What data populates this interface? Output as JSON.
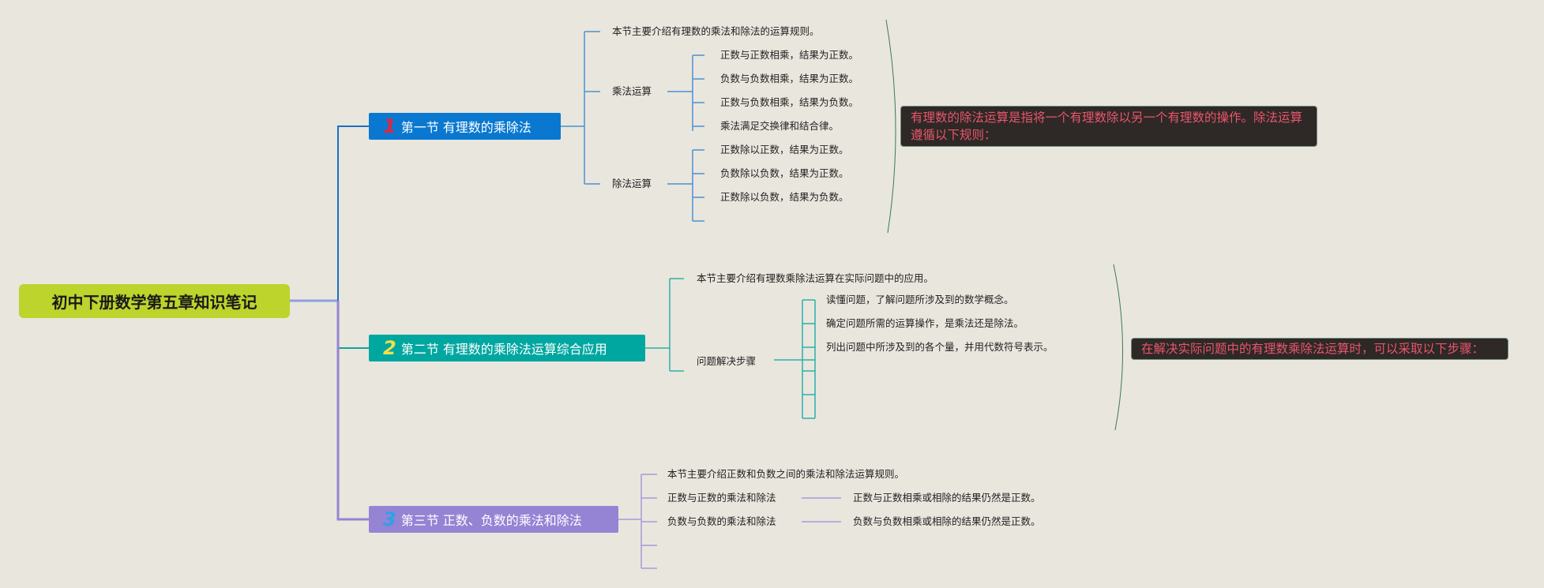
{
  "root": {
    "title": "初中下册数学第五章知识笔记"
  },
  "sections": [
    {
      "number": "1",
      "title": "第一节 有理数的乘除法",
      "intro": "本节主要介绍有理数的乘法和除法的运算规则。",
      "groups": [
        {
          "label": "乘法运算",
          "items": [
            "正数与正数相乘，结果为正数。",
            "负数与负数相乘，结果为正数。",
            "正数与负数相乘，结果为负数。",
            "乘法满足交换律和结合律。"
          ]
        },
        {
          "label": "除法运算",
          "items": [
            "正数除以正数，结果为正数。",
            "负数除以负数，结果为正数。",
            "正数除以负数，结果为负数。",
            ""
          ]
        }
      ],
      "callout": "有理数的除法运算是指将一个有理数除以另一个有理数的操作。除法运算遵循以下规则："
    },
    {
      "number": "2",
      "title": "第二节 有理数的乘除法运算综合应用",
      "intro": "本节主要介绍有理数乘除法运算在实际问题中的应用。",
      "groups": [
        {
          "label": "问题解决步骤",
          "items": [
            "读懂问题，了解问题所涉及到的数学概念。",
            "确定问题所需的运算操作，是乘法还是除法。",
            "列出问题中所涉及到的各个量，并用代数符号表示。",
            "",
            "",
            ""
          ]
        }
      ],
      "callout": "在解决实际问题中的有理数乘除法运算时，可以采取以下步骤："
    },
    {
      "number": "3",
      "title": "第三节 正数、负数的乘法和除法",
      "intro": "本节主要介绍正数和负数之间的乘法和除法运算规则。",
      "groups": [
        {
          "label": "正数与正数的乘法和除法",
          "items": [
            "正数与正数相乘或相除的结果仍然是正数。"
          ]
        },
        {
          "label": "负数与负数的乘法和除法",
          "items": [
            "负数与负数相乘或相除的结果仍然是正数。"
          ]
        }
      ]
    }
  ],
  "colors": {
    "background": "#e9e6de",
    "root": "#bcd42b",
    "section1": "#0a78d0",
    "section2": "#00a7a0",
    "section3": "#9583d4",
    "callout_text": "#e8566c"
  }
}
